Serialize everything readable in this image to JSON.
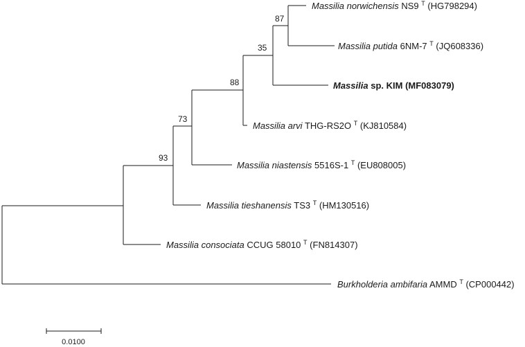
{
  "tree": {
    "taxa": [
      {
        "id": "norwichensis",
        "genus": "Massilia",
        "epithet": "norwichensis",
        "strain": "NS9",
        "type": "T",
        "accession": "(HG798294)",
        "bold": false
      },
      {
        "id": "putida",
        "genus": "Massilia",
        "epithet": "putida",
        "strain": "6NM-7",
        "type": "T",
        "accession": "(JQ608336)",
        "bold": false
      },
      {
        "id": "kim",
        "genus": "Massilia",
        "epithet": "",
        "strain": "sp. KIM",
        "type": "",
        "accession": "(MF083079)",
        "bold": true
      },
      {
        "id": "arvi",
        "genus": "Massilia",
        "epithet": "arvi",
        "strain": "THG-RS2O",
        "type": "T",
        "accession": "(KJ810584)",
        "bold": false
      },
      {
        "id": "niastensis",
        "genus": "Massilia",
        "epithet": "niastensis",
        "strain": "5516S-1",
        "type": "T",
        "accession": "(EU808005)",
        "bold": false
      },
      {
        "id": "tieshanensis",
        "genus": "Massilia",
        "epithet": "tieshanensis",
        "strain": "TS3",
        "type": "T",
        "accession": "(HM130516)",
        "bold": false
      },
      {
        "id": "consociata",
        "genus": "Massilia",
        "epithet": "consociata",
        "strain": "CCUG 58010",
        "type": "T",
        "accession": "(FN814307)",
        "bold": false
      },
      {
        "id": "burkholderia",
        "genus": "Burkholderia",
        "epithet": "ambifaria",
        "strain": "AMMD",
        "type": "T",
        "accession": "(CP000442)",
        "bold": false
      }
    ],
    "bootstrap": [
      {
        "node": "n87",
        "value": "87"
      },
      {
        "node": "n35",
        "value": "35"
      },
      {
        "node": "n88",
        "value": "88"
      },
      {
        "node": "n73",
        "value": "73"
      },
      {
        "node": "n93",
        "value": "93"
      }
    ],
    "scale_bar": {
      "label": "0.0100",
      "length": 0.01
    }
  }
}
